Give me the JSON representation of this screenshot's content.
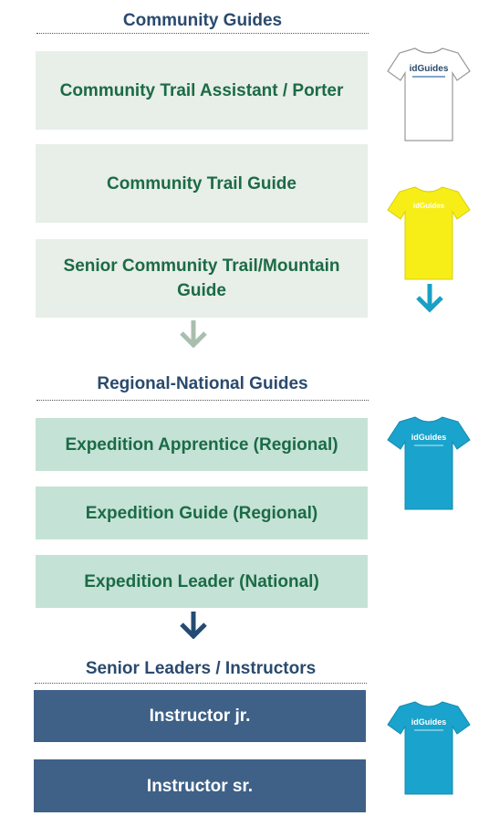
{
  "colors": {
    "community_text": "#1b6b45",
    "regional_title": "#2a4a6e",
    "community_box": "#e8eee8",
    "regional_box": "#c5e2d7",
    "senior_box": "#3f6188",
    "shirt_white": "#ffffff",
    "shirt_yellow": "#f7ee17",
    "shirt_teal": "#1aa3cc",
    "arrow_community": "#a9bfae",
    "arrow_regional": "#1aa0c4",
    "arrow_navy": "#244b73"
  },
  "sections": {
    "community": {
      "title": "Community Guides",
      "boxes": [
        "Community Trail Assistant / Porter",
        "Community Trail Guide",
        "Senior Community Trail/Mountain Guide"
      ]
    },
    "regional": {
      "title": "Regional-National Guides",
      "boxes": [
        "Expedition Apprentice (Regional)",
        "Expedition Guide (Regional)",
        "Expedition Leader (National)"
      ]
    },
    "senior": {
      "title": "Senior Leaders / Instructors",
      "boxes": [
        "Instructor jr.",
        "Instructor sr."
      ]
    }
  },
  "shirts": [
    {
      "icon": "white-tshirt-icon",
      "logo": "idGuides"
    },
    {
      "icon": "yellow-tshirt-icon",
      "logo": "idGuides"
    },
    {
      "icon": "teal-tshirt-icon",
      "logo": "idGuides"
    },
    {
      "icon": "teal-tshirt-icon",
      "logo": "idGuides"
    }
  ]
}
